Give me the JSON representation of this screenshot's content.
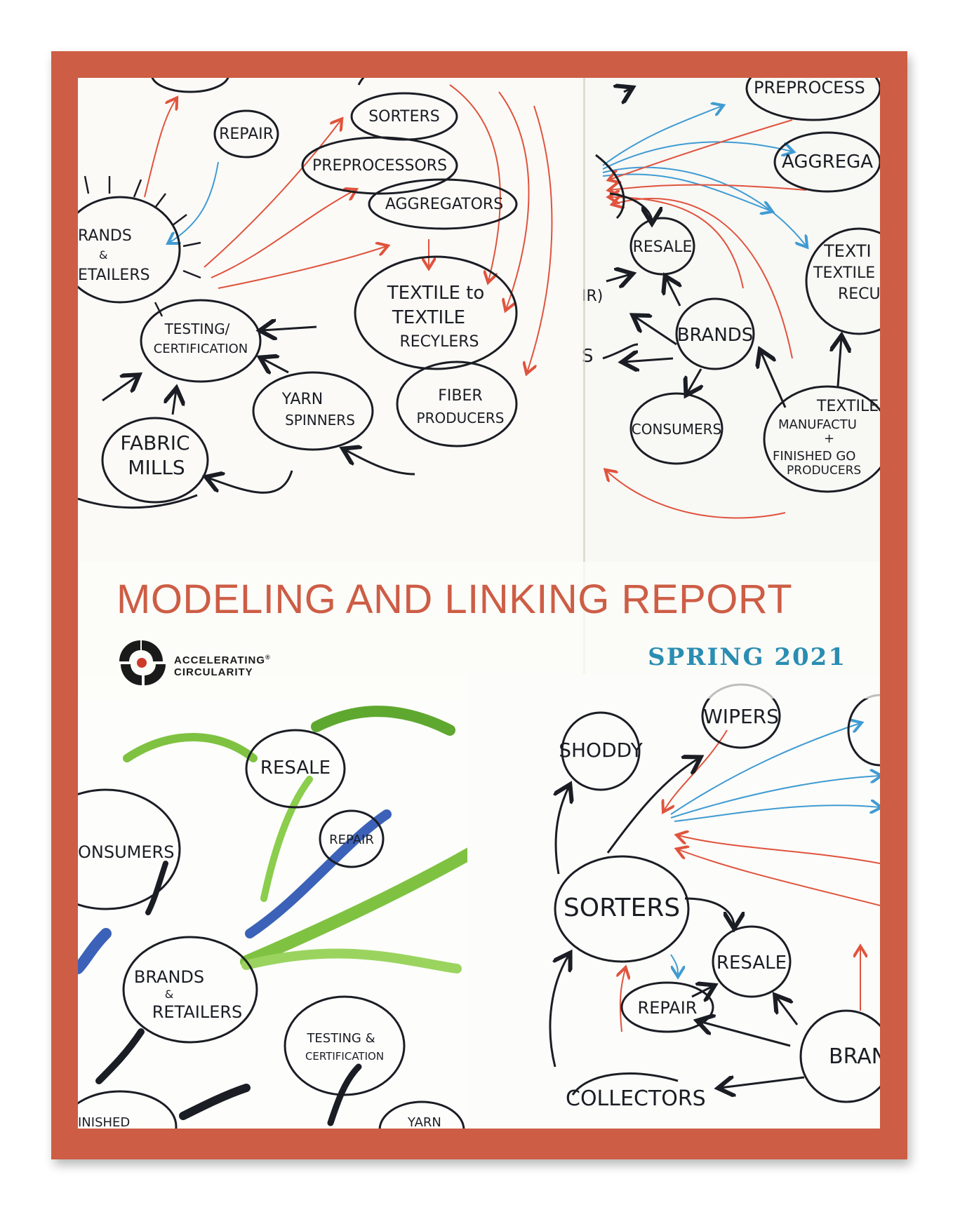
{
  "cover": {
    "title": "MODELING AND LINKING REPORT",
    "subtitle": "SPRING 2021",
    "logo": {
      "line1": "ACCELERATING",
      "mark": "®",
      "line2": "CIRCULARITY"
    }
  },
  "sketches": {
    "top_left": {
      "nodes": [
        "REPAIR",
        "SORTERS",
        "PREPROCESSORS",
        "AGGREGATORS",
        "RANDS",
        "&",
        "ETAILERS",
        "TEXTILE to",
        "TEXTILE",
        "RECYLERS",
        "TESTING/",
        "CERTIFICATION",
        "YARN",
        "SPINNERS",
        "FIBER",
        "PRODUCERS",
        "FABRIC",
        "MILLS"
      ]
    },
    "top_right": {
      "nodes": [
        "PREPROCESS",
        "AGGREGA",
        "RESALE",
        "IR)",
        "S",
        "BRANDS",
        "TEXTI",
        "TEXTILE",
        "RECU",
        "CONSUMERS",
        "TEXTILE",
        "MANUFACTU",
        "+",
        "FINISHED GO",
        "PRODUCERS"
      ]
    },
    "bottom_left": {
      "nodes": [
        "RESALE",
        "ONSUMERS",
        "REPAIR",
        "BRANDS",
        "&",
        "RETAILERS",
        "TESTING &",
        "CERTIFICATION",
        "INISHED",
        "YARN"
      ]
    },
    "bottom_right": {
      "nodes": [
        "SHODDY",
        "WIPERS",
        "SORTERS",
        "RESALE",
        "REPAIR",
        "BRANDS",
        "COLLECTORS"
      ]
    }
  },
  "colors": {
    "frame": "#cd5d45",
    "title": "#cd5d45",
    "subtitle": "#2a8db2",
    "ink_black": "#1b1d24",
    "ink_red": "#e0533d",
    "ink_blue": "#3f9bd3",
    "marker_green": "#7fc241",
    "marker_blue": "#3b62b8"
  }
}
